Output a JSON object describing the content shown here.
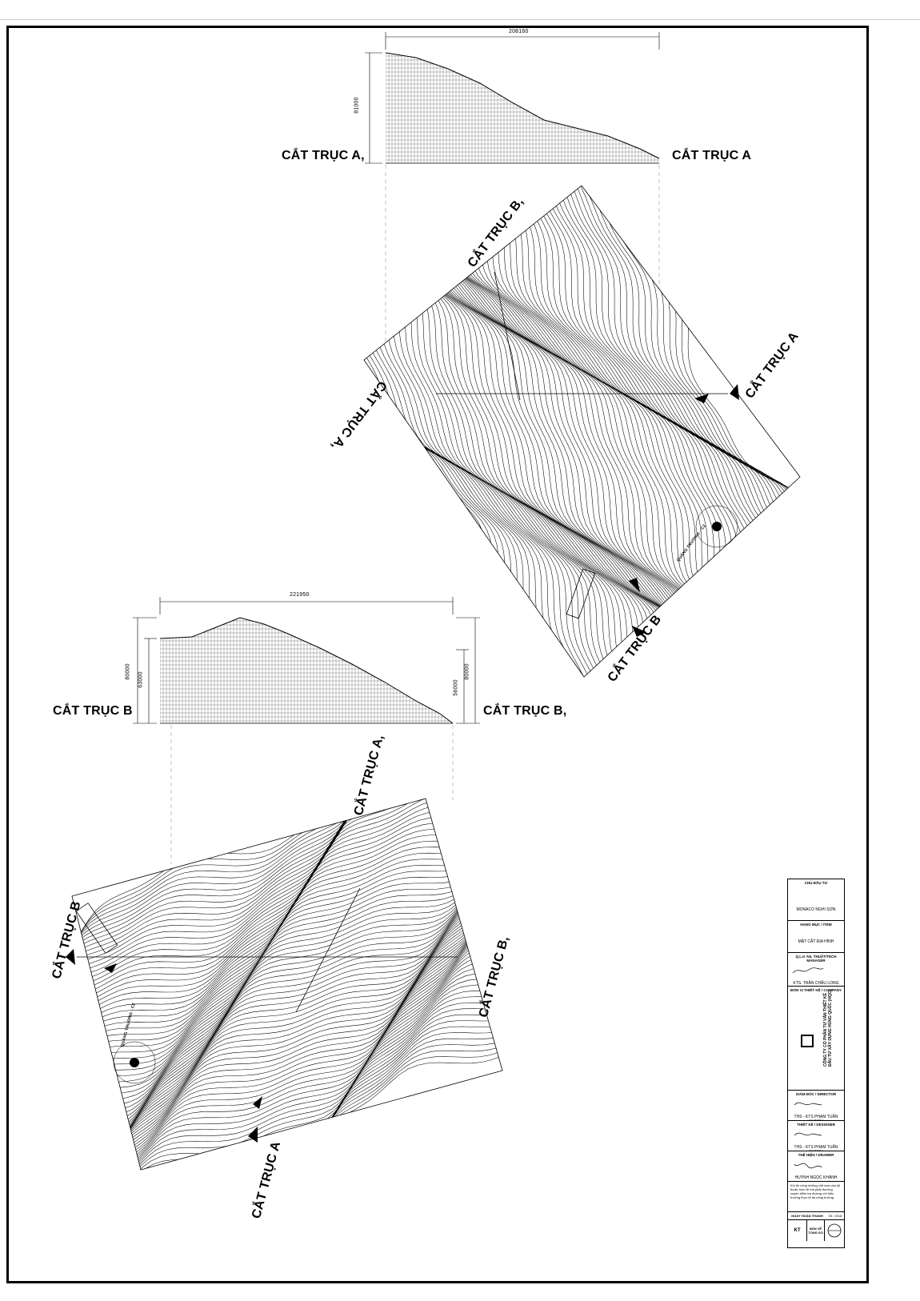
{
  "section_labels": {
    "a_left": "CẮT TRỤC A,",
    "a_right": "CẮT TRỤC A",
    "b_left": "CẮT TRỤC B",
    "b_right": "CẮT TRỤC B,",
    "plan1_b_prime": "CẮT TRỤC B,",
    "plan1_a_prime": "CẮT TRỤC A,",
    "plan1_a": "CẮT TRỤC A",
    "plan1_b": "CẮT TRỤC B",
    "plan2_a_prime": "CẮT TRỤC A,",
    "plan2_b": "CẮT TRỤC B",
    "plan2_b_prime": "CẮT TRỤC B,",
    "plan2_a": "CẮT TRỤC A"
  },
  "dimensions": {
    "section_a_width": "208160",
    "section_a_height": "81000",
    "section_b_width": "221950",
    "section_b_height_left": "80000",
    "section_b_inner_left": "63000",
    "section_b_right_inner": "56000",
    "section_b_right_outer": "80000"
  },
  "plan_text": {
    "plaza": "QUẢNG TRƯỜNG - C2"
  },
  "title_block": {
    "investor_header": "CHỦ ĐẦU TƯ",
    "investor": "MONACO NGHI SƠN",
    "item_header": "HẠNG MỤC / ITEM",
    "item": "MẶT CẮT ĐỊA HÌNH",
    "approver_header": "Q.L.K ÁN, THUẬT/TECH MANAGER",
    "approver": "KTS. TRẦN CHÂU LONG",
    "company_header": "ĐƠN VỊ THIẾT KẾ / COMPANY",
    "company": "CÔNG TY CỔ PHẦN TƯ VẤN THIẾT KẾ ĐẦU TƯ XÂY DỰNG HÙNG QUỐC (HQC)",
    "director_header": "GIÁM ĐỐC / DIRECTOR",
    "director": "THS - KTS PHẠM TUẤN KHANH",
    "designer_header": "THIẾT KẾ / DESIGNER",
    "designer": "THS - KTS PHẠM TUẤN KHANH",
    "drafter_header": "THỂ HIỆN / DRAWER",
    "drafter": "HUỲNH NGỌC KHÁNH",
    "note": "Khi thi công những chỗ dựa vào kỹ thuật, bản vẽ mà phải thường xuyên kiểm tra đường với hiện trường thực tế tại công trường",
    "date_label": "NGÀY HOÀN THÀNH",
    "date_value": "05 / 2018",
    "code": "KT",
    "sheet_label": "BẢN VẼ",
    "total_label": "TỔNG SỐ"
  }
}
